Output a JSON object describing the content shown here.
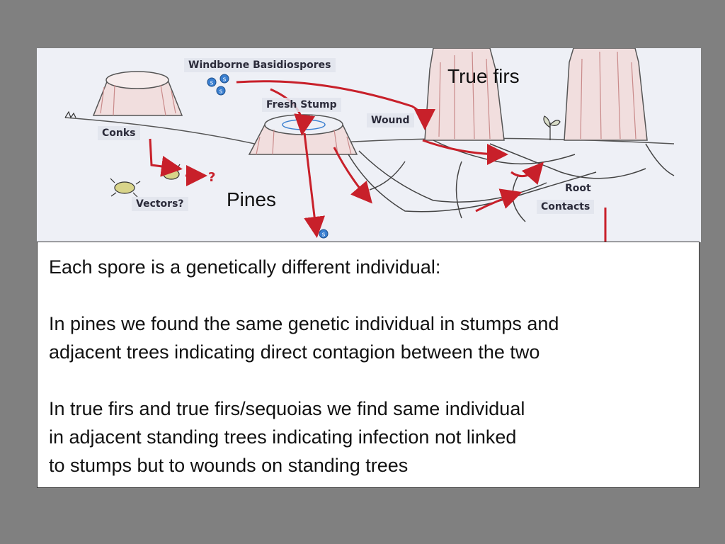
{
  "diagram": {
    "labels": {
      "windborne": "Windborne Basidiospores",
      "fresh_stump": "Fresh Stump",
      "wound": "Wound",
      "conks": "Conks",
      "vectors": "Vectors?",
      "root": "Root",
      "contacts": "Contacts",
      "question_mark": "?",
      "spore": "s"
    },
    "overlays": {
      "true_firs": "True firs",
      "pines": "Pines"
    },
    "colors": {
      "arrow": "#c8202a",
      "spore": "#3a7fd0",
      "ink": "#3a3a44",
      "wood": "#c98a8a"
    }
  },
  "text": {
    "lines": [
      "Each spore is a genetically different individual:",
      "In pines we found the same genetic individual in  stumps and",
      "adjacent trees indicating direct contagion between the two",
      "In true firs and true firs/sequoias we find same individual",
      "in adjacent standing trees indicating infection not  linked",
      "to stumps but to wounds on standing trees"
    ]
  }
}
